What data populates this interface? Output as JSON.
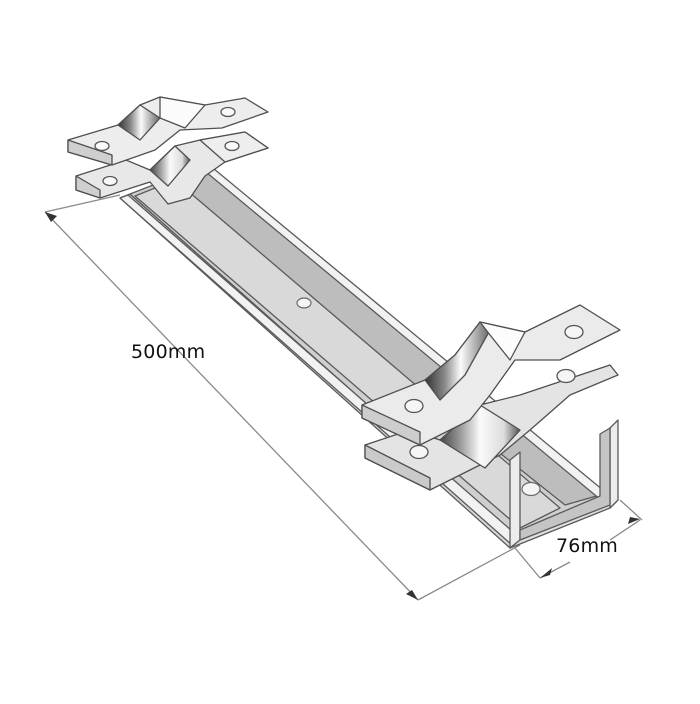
{
  "diagram": {
    "subject": "U-channel pipe mounting bracket with two pairs of omega clamps",
    "dimensions": {
      "length_label": "500mm",
      "width_label": "76mm"
    },
    "colors": {
      "channel_top": "#cfcfcf",
      "channel_side": "#bdbdbd",
      "channel_dark": "#a9a9a9",
      "clamp_face": "#e6e6e6",
      "clamp_highlight": "#fafafa",
      "clamp_shadow": "#555555",
      "outline": "#5a5a5a",
      "dimension_line": "#8a8a8a",
      "background": "#ffffff"
    },
    "parts": [
      {
        "name": "u-channel",
        "label": ""
      },
      {
        "name": "clamp-pair-left",
        "label": ""
      },
      {
        "name": "clamp-pair-right",
        "label": ""
      }
    ]
  }
}
